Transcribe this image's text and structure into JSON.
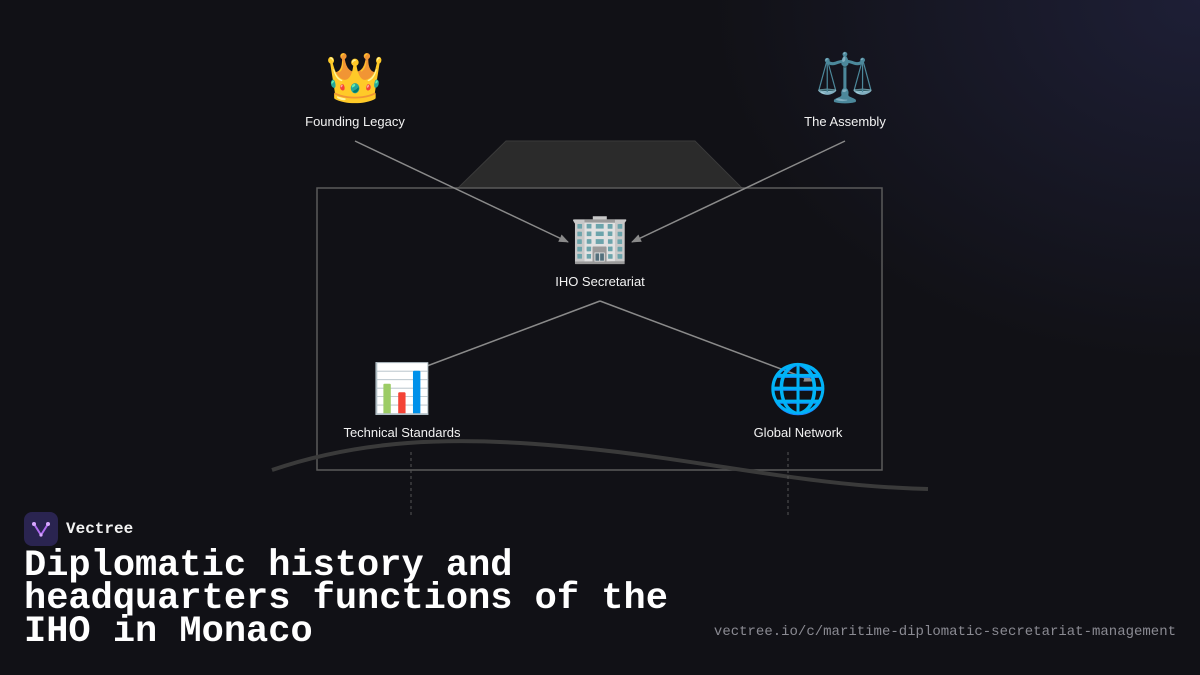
{
  "nodes": {
    "founding_legacy": {
      "emoji": "👑",
      "label": "Founding Legacy"
    },
    "the_assembly": {
      "emoji": "⚖️",
      "label": "The Assembly"
    },
    "iho_secretariat": {
      "emoji": "🏢",
      "label": "IHO Secretariat"
    },
    "technical_standards": {
      "emoji": "📊",
      "label": "Technical Standards"
    },
    "global_network": {
      "emoji": "🌐",
      "label": "Global Network"
    }
  },
  "edges": [
    {
      "from": "Founding Legacy",
      "to": "IHO Secretariat"
    },
    {
      "from": "The Assembly",
      "to": "IHO Secretariat"
    },
    {
      "from": "IHO Secretariat",
      "to": "Technical Standards"
    },
    {
      "from": "IHO Secretariat",
      "to": "Global Network"
    }
  ],
  "brand": {
    "name": "Vectree"
  },
  "title": "Diplomatic history and headquarters functions of the IHO in Monaco",
  "url": "vectree.io/c/maritime-diplomatic-secretariat-management",
  "colors": {
    "background": "#111116",
    "line": "#8a8a8a",
    "building": "#2b2b2b",
    "brand_accent": "#b06cf0"
  }
}
